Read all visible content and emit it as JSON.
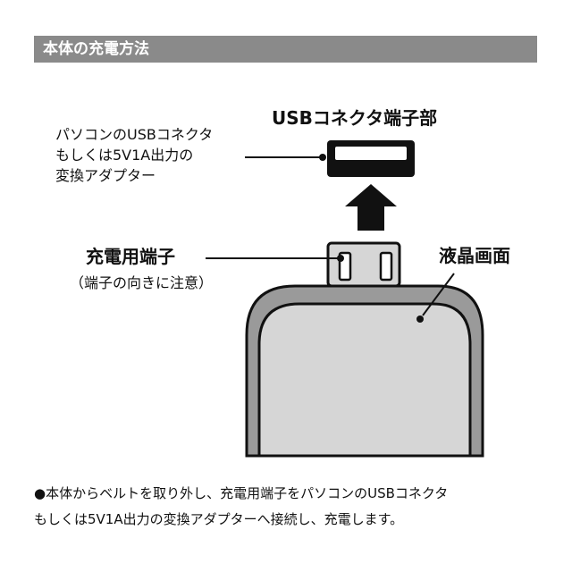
{
  "header": {
    "title": "本体の充電方法"
  },
  "labels": {
    "usb_connector": "USBコネクタ端子部",
    "pc_source_lines": [
      "パソコンのUSBコネクタ",
      "もしくは5V1A出力の",
      "変換アダプター"
    ],
    "charging_terminal": "充電用端子",
    "terminal_note": "（端子の向きに注意）",
    "lcd_screen": "液晶画面"
  },
  "footer": {
    "lines": [
      "●本体からベルトを取り外し、充電用端子をパソコンのUSBコネクタ",
      "もしくは5V1A出力の変換アダプターへ接続し、充電します。"
    ]
  },
  "colors": {
    "header_bg": "#8a8a8a",
    "device_body": "#9a9a9a",
    "screen": "#d6d6d6"
  }
}
